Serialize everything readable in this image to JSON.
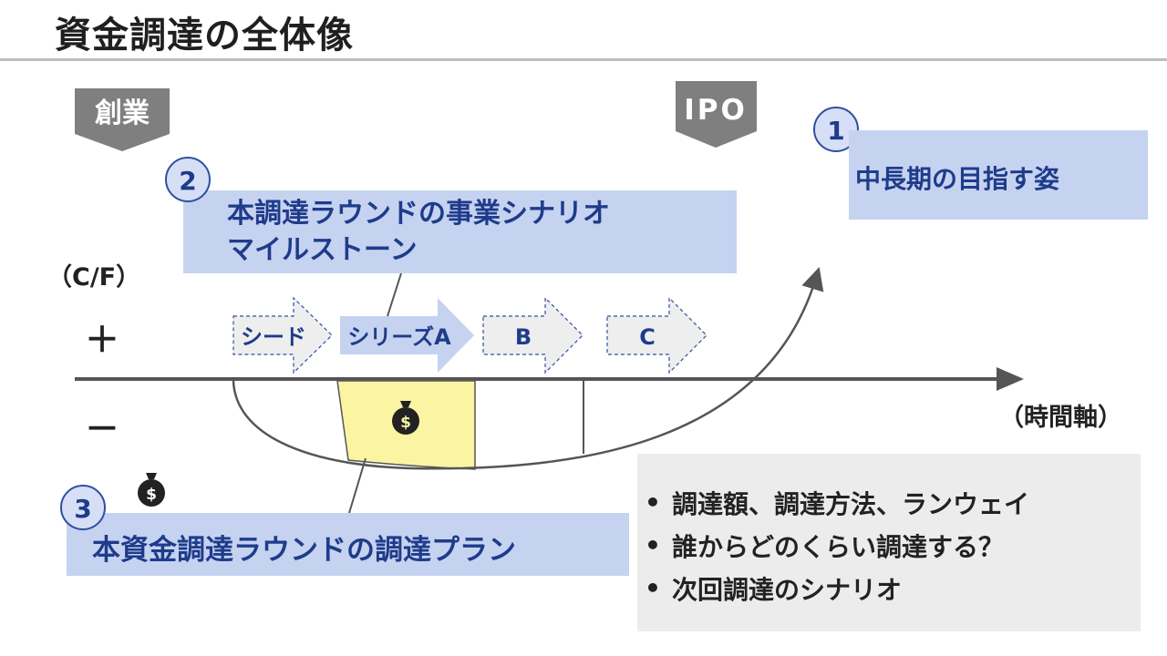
{
  "title": "資金調達の全体像",
  "markers": {
    "founding": "創業",
    "ipo": "IPO"
  },
  "axis": {
    "y_label": "（C/F）",
    "plus": "＋",
    "minus": "－",
    "x_label": "（時間軸）"
  },
  "stages": [
    {
      "label": "シード",
      "style": "dashed"
    },
    {
      "label": "シリーズA",
      "style": "filled"
    },
    {
      "label": "B",
      "style": "dashed"
    },
    {
      "label": "C",
      "style": "dashed"
    }
  ],
  "callouts": {
    "goal": {
      "number": "1",
      "text": "中長期の目指す姿"
    },
    "scenario": {
      "number": "2",
      "lines": [
        "本調達ラウンドの事業シナリオ",
        "マイルストーン"
      ]
    },
    "plan": {
      "number": "3",
      "text": "本資金調達ラウンドの調達プラン"
    }
  },
  "bullets": [
    "調達額、調達方法、ランウェイ",
    "誰からどのくらい調達する？",
    "次回調達のシナリオ"
  ],
  "icons": {
    "money_bag": "money-bag-icon"
  },
  "colors": {
    "accent_blue": "#1f3b8a",
    "callout_fill": "#c5d3f1",
    "highlight_yellow": "#fbf5a3",
    "marker_gray": "#7f7f7f",
    "axis": "#555555"
  }
}
